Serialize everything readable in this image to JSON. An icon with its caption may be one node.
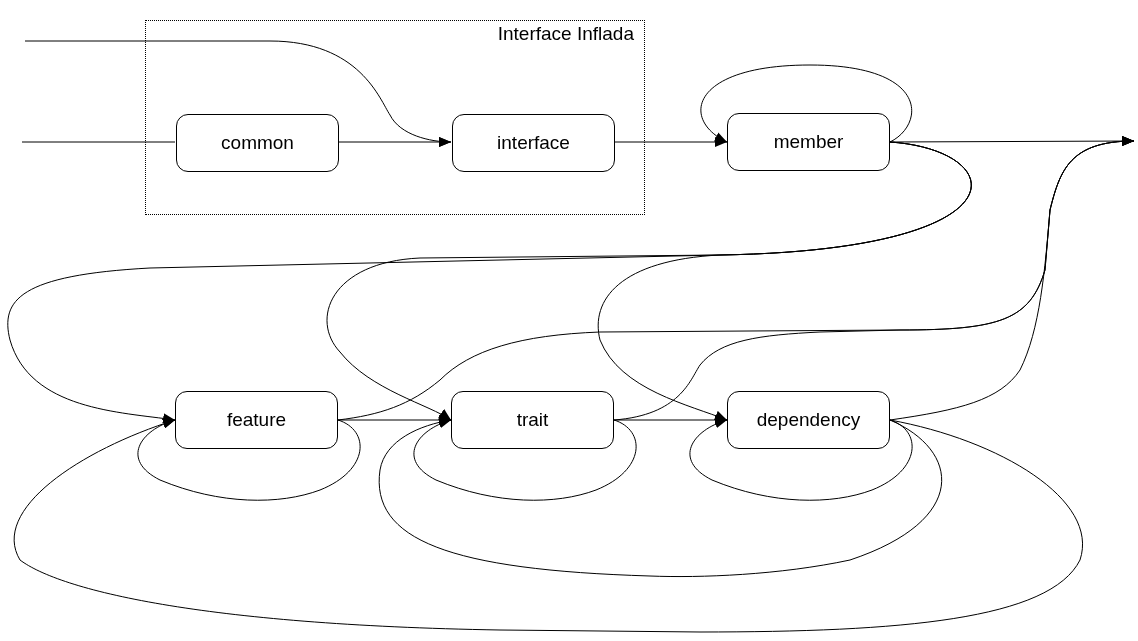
{
  "diagram": {
    "nodes": [
      {
        "text": [
          "Interface Inflada"
        ]
      },
      {
        "text": [
          "common"
        ],
        "in": 0
      },
      {
        "text": [
          "interface"
        ],
        "in": 0
      },
      {
        "text": [
          "member"
        ]
      },
      {
        "text": [
          "feature"
        ]
      },
      {
        "text": [
          "trait"
        ]
      },
      {
        "text": [
          "dependency"
        ]
      }
    ],
    "edges": [
      {
        "from": null,
        "to": 1,
        "arrow": "none"
      },
      {
        "from": null,
        "to": 2,
        "arrow": "to"
      },
      {
        "from": 1,
        "to": 2,
        "arrow": "to"
      },
      {
        "from": 2,
        "to": 3,
        "arrow": "to"
      },
      {
        "from": 3,
        "to": 3,
        "arrow": "to"
      },
      {
        "from": 3,
        "to": null,
        "arrow": "to"
      },
      {
        "from": 3,
        "to": 4,
        "arrow": "to"
      },
      {
        "from": 3,
        "to": 5,
        "arrow": "to"
      },
      {
        "from": 3,
        "to": 6,
        "arrow": "to"
      },
      {
        "from": 4,
        "to": 4,
        "arrow": "to"
      },
      {
        "from": 4,
        "to": 5,
        "arrow": "to"
      },
      {
        "from": 4,
        "to": null,
        "arrow": "to"
      },
      {
        "from": 5,
        "to": 5,
        "arrow": "to"
      },
      {
        "from": 5,
        "to": 6,
        "arrow": "to"
      },
      {
        "from": 5,
        "to": null,
        "arrow": "to"
      },
      {
        "from": 6,
        "to": 6,
        "arrow": "to"
      },
      {
        "from": 6,
        "to": null,
        "arrow": "to"
      },
      {
        "from": 6,
        "to": 5,
        "arrow": "to"
      },
      {
        "from": 6,
        "to": 4,
        "arrow": "to"
      }
    ]
  }
}
